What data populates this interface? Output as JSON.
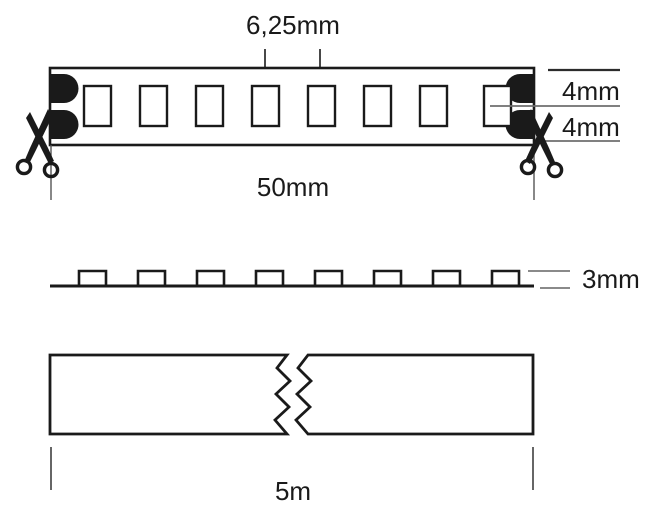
{
  "drawing": {
    "title": "LED strip technical dimension drawing",
    "background_color": "#ffffff",
    "line_color": "#1a1a1a",
    "pad_color": "#1a1a1a",
    "thin_line_color": "#808080",
    "text_color": "#1a1a1a"
  },
  "top_view": {
    "name": "LED strip top view",
    "led_count": 8,
    "pad_count_left": 2,
    "pad_count_right": 2,
    "pitch_label": "6,25mm",
    "length_label": "50mm",
    "width_label_upper": "4mm",
    "width_label_lower": "4mm",
    "cut_marker_icon": "scissors-icon",
    "cut_marker_count": 2
  },
  "side_view": {
    "name": "LED strip side profile view",
    "bump_count": 8,
    "height_label": "3mm"
  },
  "reel_view": {
    "name": "LED strip full length view with break symbol",
    "length_label": "5m",
    "break_symbol": "zigzag-break-icon"
  },
  "labels": {
    "pitch": "6,25mm",
    "length_50": "50mm",
    "width_4a": "4mm",
    "width_4b": "4mm",
    "height_3": "3mm",
    "length_5m": "5m"
  }
}
